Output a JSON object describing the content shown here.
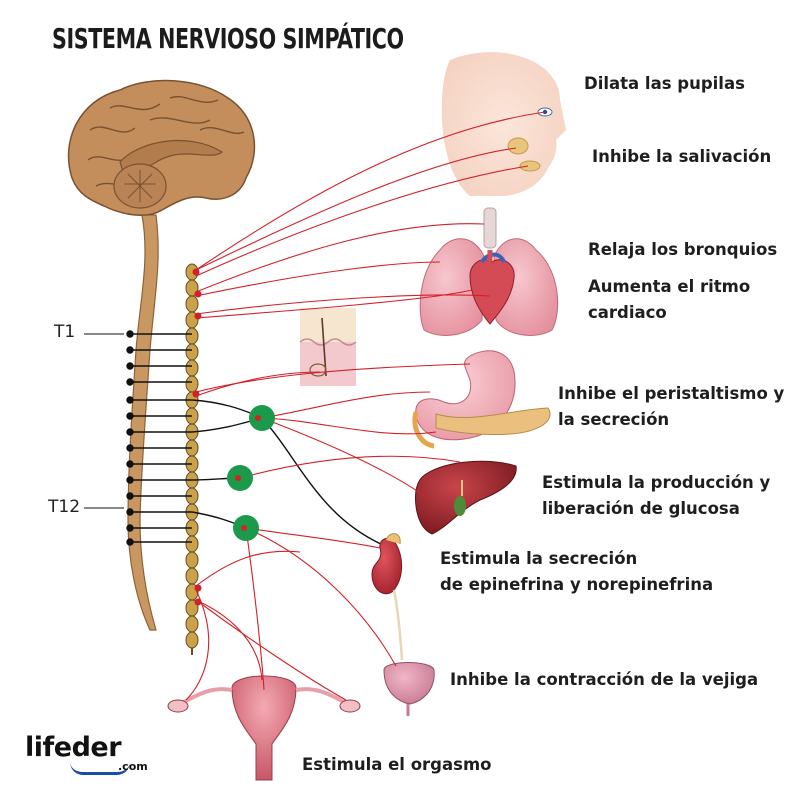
{
  "title": "SISTEMA NERVIOSO SIMPÁTICO",
  "vertebra_labels": {
    "t1": "T1",
    "t12": "T12"
  },
  "effects": [
    {
      "lines": [
        "Dilata las pupilas"
      ]
    },
    {
      "lines": [
        "Inhibe la salivación"
      ]
    },
    {
      "lines": [
        "Relaja los bronquios"
      ]
    },
    {
      "lines": [
        "Aumenta el ritmo",
        "cardiaco"
      ]
    },
    {
      "lines": [
        "Inhibe el peristaltismo y",
        "la secreción"
      ]
    },
    {
      "lines": [
        "Estimula la producción y",
        "liberación de glucosa"
      ]
    },
    {
      "lines": [
        "Estimula la secreción",
        "de epinefrina y norepinefrina"
      ]
    },
    {
      "lines": [
        "Inhibe la contracción de la vejiga"
      ]
    },
    {
      "lines": [
        "Estimula el orgasmo"
      ]
    }
  ],
  "logo": {
    "name": "lifeder",
    "suffix": ".com"
  },
  "colors": {
    "nerve": "#d3212a",
    "ganglion": "#1a9a4a",
    "spine": "#c99862",
    "brain": "#c38d5c"
  }
}
